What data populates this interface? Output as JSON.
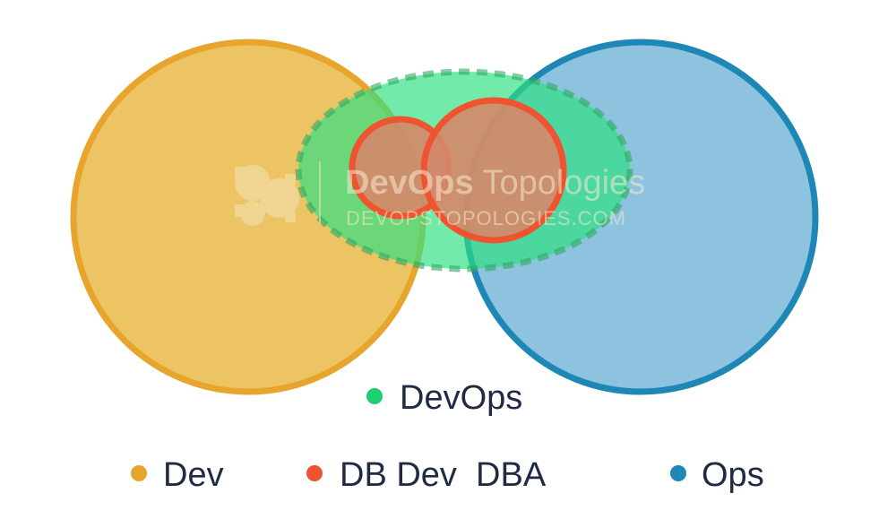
{
  "diagram": {
    "sets": [
      {
        "id": "dev",
        "label": "Dev",
        "color": "#e8a52e",
        "fill": "#edc463"
      },
      {
        "id": "ops",
        "label": "Ops",
        "color": "#1f87b5",
        "fill": "#8ec3df"
      },
      {
        "id": "devops",
        "label": "DevOps",
        "color": "#2ecc71",
        "fill": "#4ddc8e",
        "border_style": "dashed"
      },
      {
        "id": "db-dev",
        "label": "DB Dev",
        "color": "#ef5330",
        "fill": "#d4896a"
      },
      {
        "id": "dba",
        "label": "DBA",
        "color": "#ef5330",
        "fill": "#d4896a"
      }
    ],
    "legend": {
      "devops": "DevOps",
      "dev": "Dev",
      "db": "DB Dev  DBA",
      "ops": "Ops"
    },
    "watermark": {
      "brand_bold": "DevOps",
      "brand_light": " Topologies",
      "url": "DEVOPSTOPOLOGIES.COM",
      "icon": "gears-logo-icon"
    }
  }
}
